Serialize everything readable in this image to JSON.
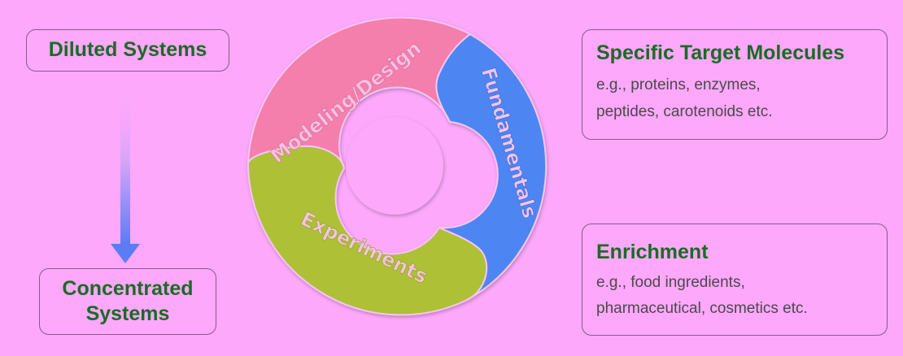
{
  "left": {
    "top_box": "Diluted Systems",
    "bottom_box": "Concentrated Systems"
  },
  "cycle": {
    "segments": [
      {
        "label": "Modeling/Design",
        "color": "#f47fac"
      },
      {
        "label": "Fundamentals",
        "color": "#4e86f2"
      },
      {
        "label": "Experiments",
        "color": "#aec035"
      }
    ]
  },
  "right": {
    "target": {
      "title": "Specific Target Molecules",
      "line1": "e.g.,  proteins,  enzymes,",
      "line2": "peptides, carotenoids etc."
    },
    "enrichment": {
      "title": "Enrichment",
      "line1": "e.g., food ingredients,",
      "line2": "pharmaceutical, cosmetics etc."
    }
  },
  "colors": {
    "background": "#fda8fb",
    "title_green": "#1a6b24",
    "arrow": "#5b7cf4"
  }
}
